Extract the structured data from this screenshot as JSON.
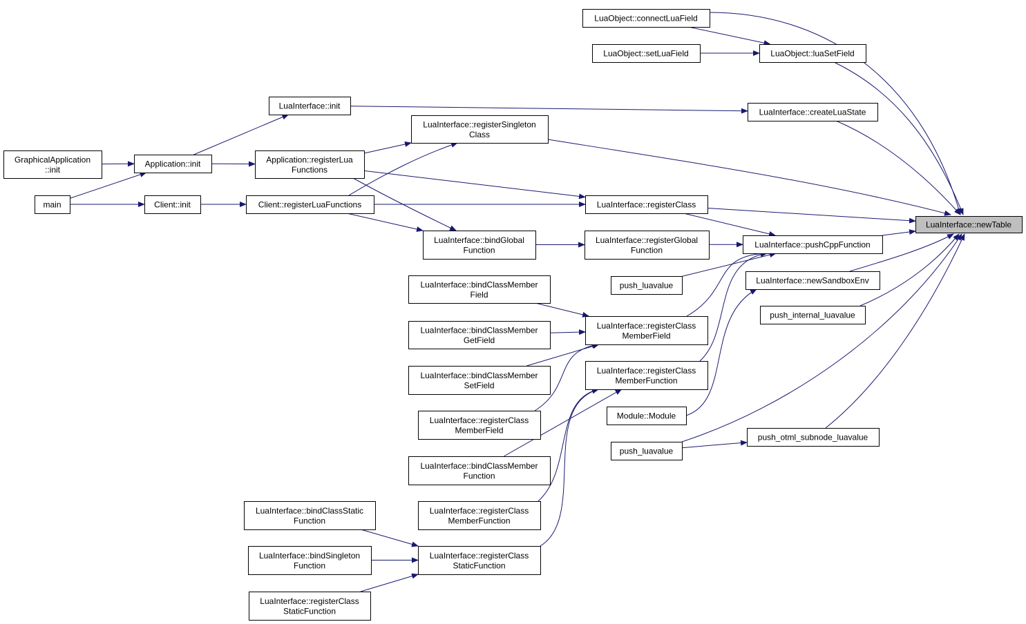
{
  "diagram": {
    "type": "call-graph",
    "root": "newTable",
    "edge_color": "#191970",
    "root_fill": "#bfbfbf",
    "nodes": [
      {
        "id": "newTable",
        "lines": [
          "LuaInterface::newTable"
        ]
      },
      {
        "id": "connectLuaField",
        "lines": [
          "LuaObject::connectLuaField"
        ]
      },
      {
        "id": "luaSetField",
        "lines": [
          "LuaObject::luaSetField"
        ]
      },
      {
        "id": "setLuaField",
        "lines": [
          "LuaObject::setLuaField"
        ]
      },
      {
        "id": "createLuaState",
        "lines": [
          "LuaInterface::createLuaState"
        ]
      },
      {
        "id": "luaInit",
        "lines": [
          "LuaInterface::init"
        ]
      },
      {
        "id": "regSingleton",
        "lines": [
          "LuaInterface::registerSingleton",
          "Class"
        ]
      },
      {
        "id": "gfxAppInit",
        "lines": [
          "GraphicalApplication",
          "::init"
        ]
      },
      {
        "id": "appInit",
        "lines": [
          "Application::init"
        ]
      },
      {
        "id": "appRegLua",
        "lines": [
          "Application::registerLua",
          "Functions"
        ]
      },
      {
        "id": "main",
        "lines": [
          "main"
        ]
      },
      {
        "id": "clientInit",
        "lines": [
          "Client::init"
        ]
      },
      {
        "id": "clientRegLua",
        "lines": [
          "Client::registerLuaFunctions"
        ]
      },
      {
        "id": "registerClass",
        "lines": [
          "LuaInterface::registerClass"
        ]
      },
      {
        "id": "bindGlobal",
        "lines": [
          "LuaInterface::bindGlobal",
          "Function"
        ]
      },
      {
        "id": "regGlobal",
        "lines": [
          "LuaInterface::registerGlobal",
          "Function"
        ]
      },
      {
        "id": "pushCpp",
        "lines": [
          "LuaInterface::pushCppFunction"
        ]
      },
      {
        "id": "pushLua1",
        "lines": [
          "push_luavalue"
        ]
      },
      {
        "id": "newSandbox",
        "lines": [
          "LuaInterface::newSandboxEnv"
        ]
      },
      {
        "id": "bindCMField",
        "lines": [
          "LuaInterface::bindClassMember",
          "Field"
        ]
      },
      {
        "id": "regCMField1",
        "lines": [
          "LuaInterface::registerClass",
          "MemberField"
        ]
      },
      {
        "id": "pushInternal",
        "lines": [
          "push_internal_luavalue"
        ]
      },
      {
        "id": "bindCMGet",
        "lines": [
          "LuaInterface::bindClassMember",
          "GetField"
        ]
      },
      {
        "id": "bindCMSet",
        "lines": [
          "LuaInterface::bindClassMember",
          "SetField"
        ]
      },
      {
        "id": "regCMFunc1",
        "lines": [
          "LuaInterface::registerClass",
          "MemberFunction"
        ]
      },
      {
        "id": "regCMField2",
        "lines": [
          "LuaInterface::registerClass",
          "MemberField"
        ]
      },
      {
        "id": "moduleModule",
        "lines": [
          "Module::Module"
        ]
      },
      {
        "id": "pushLua2",
        "lines": [
          "push_luavalue"
        ]
      },
      {
        "id": "pushOtml",
        "lines": [
          "push_otml_subnode_luavalue"
        ]
      },
      {
        "id": "bindCMFunc",
        "lines": [
          "LuaInterface::bindClassMember",
          "Function"
        ]
      },
      {
        "id": "regCMFunc2",
        "lines": [
          "LuaInterface::registerClass",
          "MemberFunction"
        ]
      },
      {
        "id": "bindCSF",
        "lines": [
          "LuaInterface::bindClassStatic",
          "Function"
        ]
      },
      {
        "id": "bindSingletonF",
        "lines": [
          "LuaInterface::bindSingleton",
          "Function"
        ]
      },
      {
        "id": "regCSF1",
        "lines": [
          "LuaInterface::registerClass",
          "StaticFunction"
        ]
      },
      {
        "id": "regCSF2",
        "lines": [
          "LuaInterface::registerClass",
          "StaticFunction"
        ]
      }
    ],
    "edges": [
      [
        "connectLuaField",
        "newTable"
      ],
      [
        "connectLuaField",
        "luaSetField"
      ],
      [
        "setLuaField",
        "luaSetField"
      ],
      [
        "luaSetField",
        "newTable"
      ],
      [
        "luaInit",
        "createLuaState"
      ],
      [
        "createLuaState",
        "newTable"
      ],
      [
        "appInit",
        "luaInit"
      ],
      [
        "gfxAppInit",
        "appInit"
      ],
      [
        "main",
        "appInit"
      ],
      [
        "main",
        "clientInit"
      ],
      [
        "appInit",
        "appRegLua"
      ],
      [
        "clientInit",
        "clientRegLua"
      ],
      [
        "appRegLua",
        "regSingleton"
      ],
      [
        "clientRegLua",
        "regSingleton"
      ],
      [
        "regSingleton",
        "newTable"
      ],
      [
        "appRegLua",
        "registerClass"
      ],
      [
        "clientRegLua",
        "registerClass"
      ],
      [
        "registerClass",
        "newTable"
      ],
      [
        "registerClass",
        "pushCpp"
      ],
      [
        "appRegLua",
        "bindGlobal"
      ],
      [
        "clientRegLua",
        "bindGlobal"
      ],
      [
        "bindGlobal",
        "regGlobal"
      ],
      [
        "regGlobal",
        "pushCpp"
      ],
      [
        "pushCpp",
        "newTable"
      ],
      [
        "pushLua1",
        "pushCpp"
      ],
      [
        "newSandbox",
        "newTable"
      ],
      [
        "pushInternal",
        "newTable"
      ],
      [
        "pushLua2",
        "newTable"
      ],
      [
        "pushOtml",
        "newTable"
      ],
      [
        "pushLua2",
        "pushOtml"
      ],
      [
        "bindCMField",
        "regCMField1"
      ],
      [
        "bindCMGet",
        "regCMField1"
      ],
      [
        "bindCMSet",
        "regCMField1"
      ],
      [
        "regCMField2",
        "regCMField1"
      ],
      [
        "regCMField1",
        "pushCpp"
      ],
      [
        "bindCMFunc",
        "regCMFunc1"
      ],
      [
        "regCMFunc2",
        "regCMFunc1"
      ],
      [
        "regCSF1",
        "regCMFunc1"
      ],
      [
        "regCMFunc1",
        "pushCpp"
      ],
      [
        "moduleModule",
        "newSandbox"
      ],
      [
        "bindCSF",
        "regCSF1"
      ],
      [
        "bindSingletonF",
        "regCSF1"
      ],
      [
        "regCSF2",
        "regCSF1"
      ]
    ]
  }
}
